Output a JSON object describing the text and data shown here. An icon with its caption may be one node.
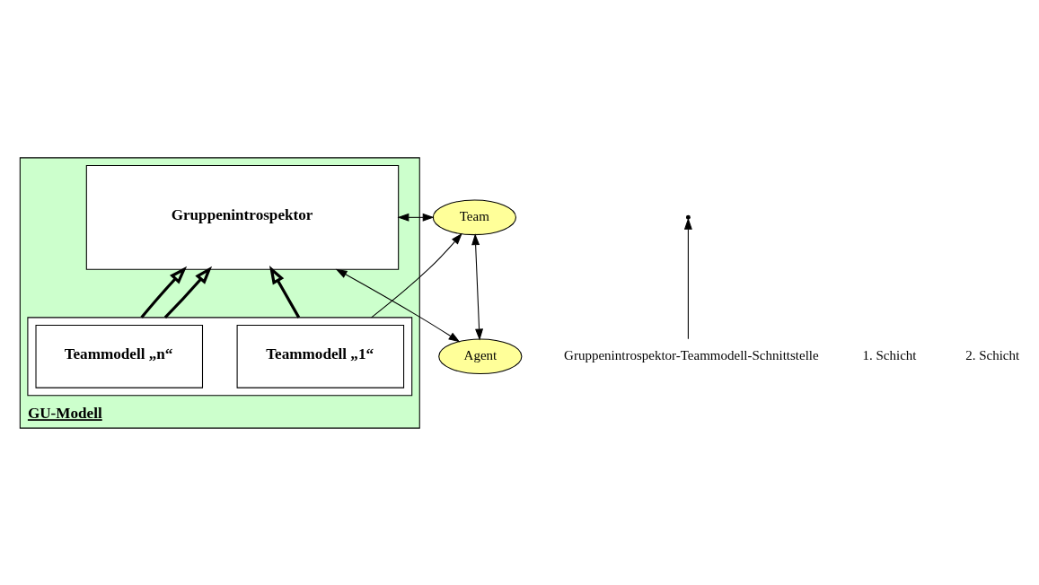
{
  "diagram": {
    "nodes": [
      {
        "text": [
          "GU-Modell"
        ]
      },
      {
        "text": [
          "Gruppenintrospektor"
        ],
        "in": 0
      },
      {
        "text": [],
        "shape": "box",
        "in": 0
      },
      {
        "text": [
          "Teammodell „1“"
        ],
        "in": 2
      },
      {
        "text": [
          "Teammodell „n“"
        ],
        "in": 2
      },
      {
        "text": [
          "Agent"
        ]
      },
      {
        "text": [
          "Team"
        ]
      },
      {
        "text": [
          "Gruppenintrospektor-Teammodell-Schnittstelle"
        ]
      }
    ],
    "edges": [
      {
        "from": 5,
        "to": 1,
        "arrow": "both"
      },
      {
        "from": 6,
        "to": 1,
        "arrow": "both"
      },
      {
        "from": 5,
        "to": 6,
        "arrow": "both"
      },
      {
        "from": 2,
        "to": 6,
        "arrow": "to"
      },
      {
        "from": 2,
        "to": 1,
        "arrow": "to",
        "style": "thick"
      },
      {
        "from": 2,
        "to": 1,
        "arrow": "to",
        "style": "thick"
      },
      {
        "from": 2,
        "to": 1,
        "arrow": "to",
        "style": "thick"
      },
      {
        "from": 7,
        "to": null,
        "arrow": "to"
      }
    ],
    "labels": [
      "1. Schicht",
      "2. Schicht"
    ]
  }
}
